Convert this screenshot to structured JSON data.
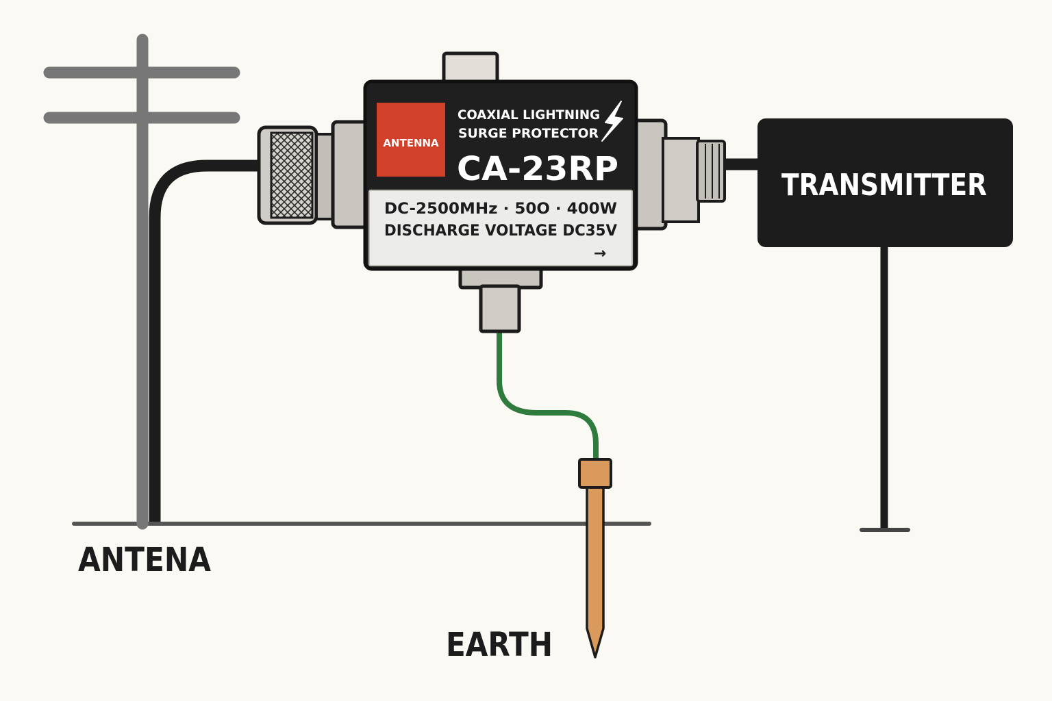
{
  "colors": {
    "background": "#fbf9f4",
    "outline": "#1c1c1c",
    "mast": "#777777",
    "cable": "#1c1c1c",
    "ground_wire": "#2f7a3d",
    "rod": "#d99a5c",
    "badge": "#d0402a",
    "device_body": "#1f1f1f",
    "metal": "#c9c6bf",
    "spec_panel": "#ececea",
    "transmitter": "#1c1c1c"
  },
  "device": {
    "badge_label": "ANTENNA",
    "title_line1": "COAXIAL LIGHTNING",
    "title_line2": "SURGE PROTECTOR",
    "model": "CA-23RP",
    "spec_line1": "DC-2500MHz · 50O · 400W",
    "spec_line2": "DISCHARGE VOLTAGE DC35V",
    "direction_arrow": "→",
    "bolt_icon": "lightning-bolt-icon"
  },
  "transmitter": {
    "label": "TRANSMITTER"
  },
  "labels": {
    "antenna": "ANTENA",
    "earth": "EARTH"
  }
}
